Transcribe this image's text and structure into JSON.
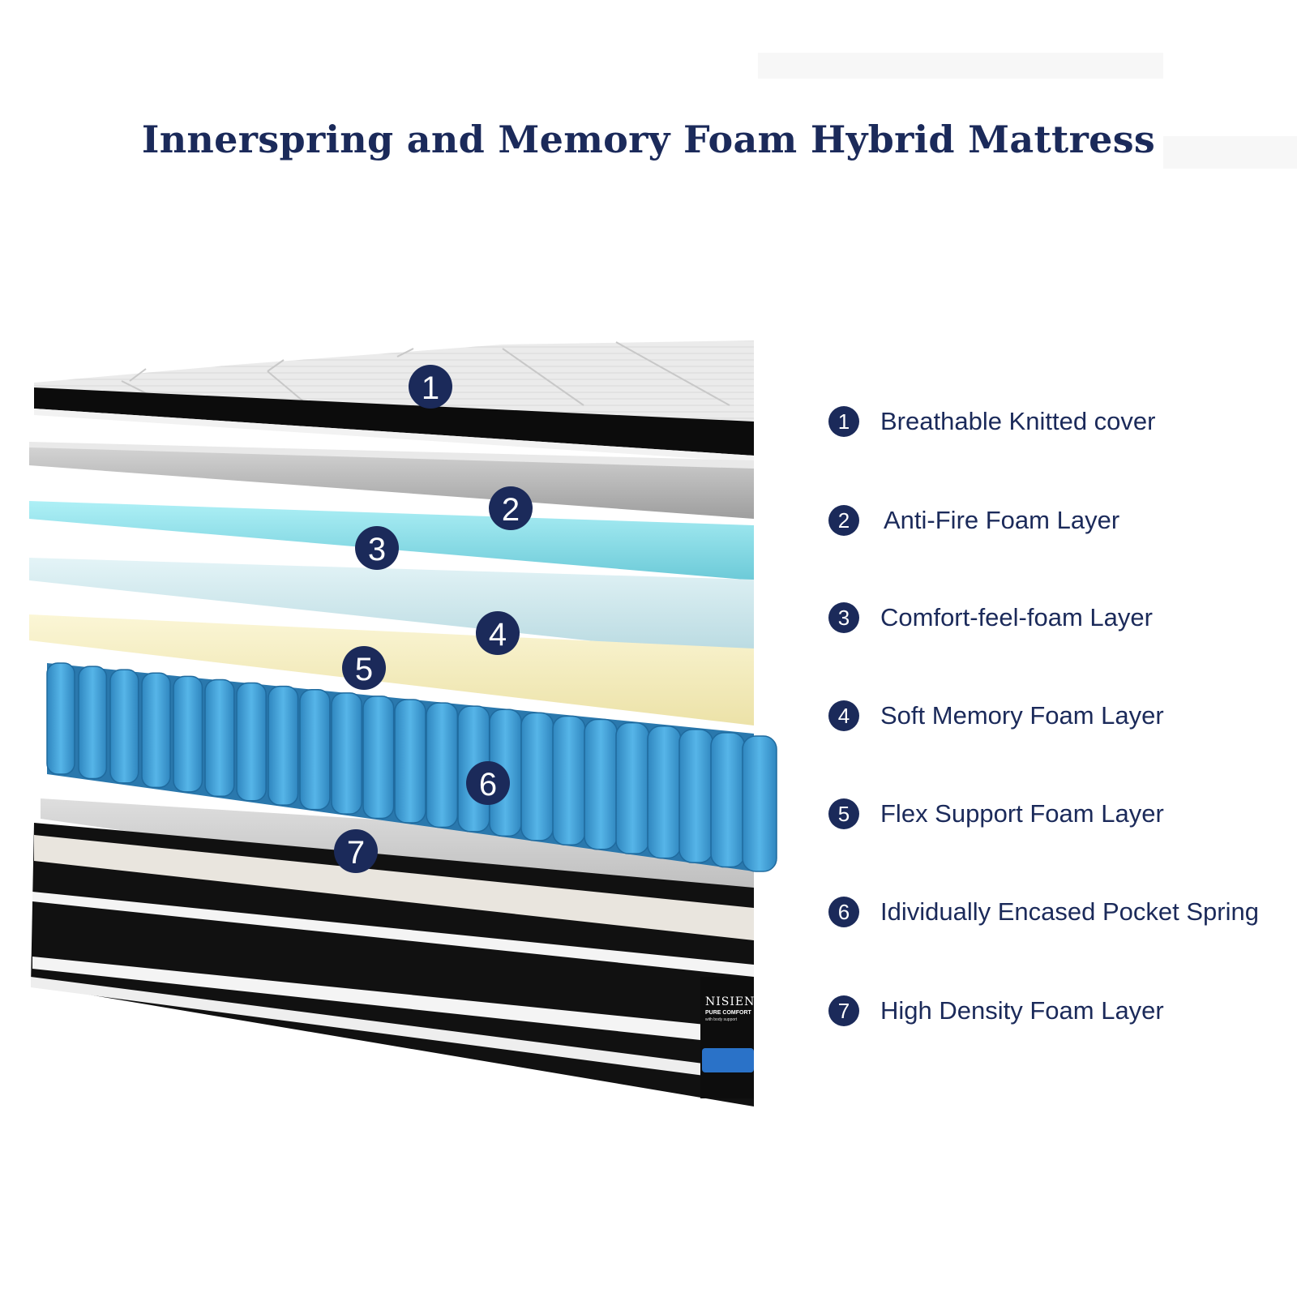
{
  "title": "Innerspring and Memory Foam Hybrid Mattress",
  "colors": {
    "navy": "#1b2a5a",
    "cover": "#e6e6e6",
    "anti_fire": "#b5b5b5",
    "comfort_foam": "#8fe0ea",
    "memory_foam": "#cfeaf0",
    "flex_foam": "#f7f0c0",
    "pocket_spring": "#3ea0d8",
    "high_density": "#c9c9c9"
  },
  "label": {
    "brand": "NISIEN",
    "tagline": "PURE COMFORT",
    "sub": "with body support"
  },
  "layers": [
    {
      "number": "1",
      "name": "Breathable Knitted cover"
    },
    {
      "number": "2",
      "name": "Anti-Fire Foam Layer"
    },
    {
      "number": "3",
      "name": "Comfort-feel-foam Layer"
    },
    {
      "number": "4",
      "name": "Soft Memory Foam Layer"
    },
    {
      "number": "5",
      "name": "Flex Support Foam Layer"
    },
    {
      "number": "6",
      "name": "Idividually Encased Pocket Spring"
    },
    {
      "number": "7",
      "name": "High Density Foam Layer"
    }
  ]
}
